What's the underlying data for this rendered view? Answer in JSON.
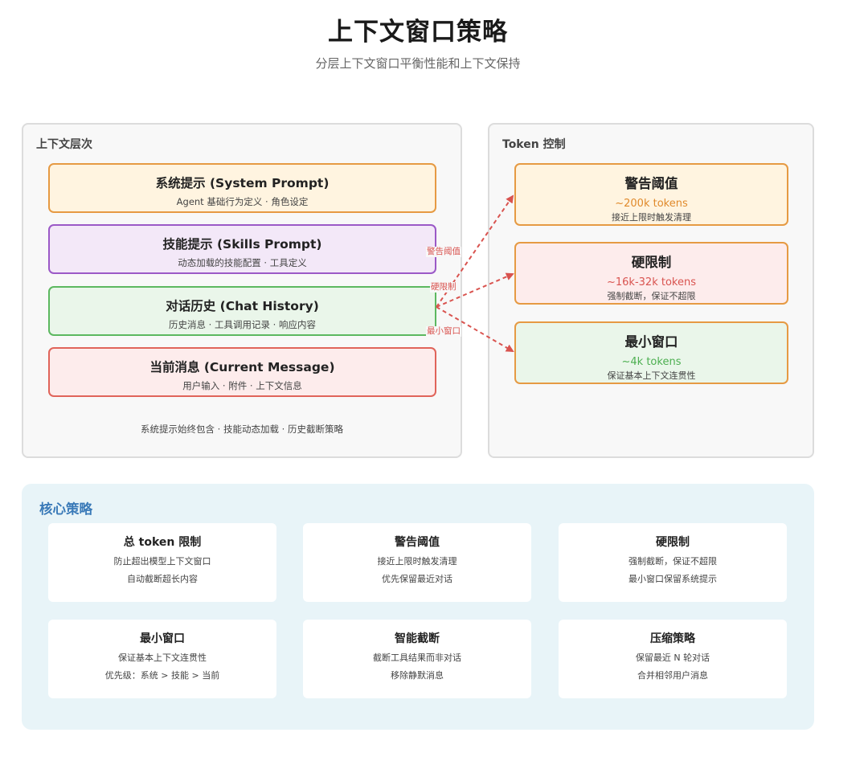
{
  "header": {
    "title": "上下文窗口策略",
    "subtitle": "分层上下文窗口平衡性能和上下文保持"
  },
  "layers_panel": {
    "title": "上下文层次",
    "layers": [
      {
        "name": "系统提示 (System Prompt)",
        "desc": "Agent 基础行为定义 · 角色设定"
      },
      {
        "name": "技能提示 (Skills Prompt)",
        "desc": "动态加载的技能配置 · 工具定义"
      },
      {
        "name": "对话历史 (Chat History)",
        "desc": "历史消息 · 工具调用记录 · 响应内容"
      },
      {
        "name": "当前消息 (Current Message)",
        "desc": "用户输入 · 附件 · 上下文信息"
      }
    ],
    "note": "系统提示始终包含 · 技能动态加载 · 历史截断策略"
  },
  "token_panel": {
    "title": "Token 控制",
    "boxes": [
      {
        "name": "警告阈值",
        "value": "~200k tokens",
        "desc": "接近上限时触发清理",
        "value_color": "#e08a2c"
      },
      {
        "name": "硬限制",
        "value": "~16k-32k tokens",
        "desc": "强制截断，保证不超限",
        "value_color": "#d9534f"
      },
      {
        "name": "最小窗口",
        "value": "~4k tokens",
        "desc": "保证基本上下文连贯性",
        "value_color": "#4caf50"
      }
    ]
  },
  "arrows": {
    "labels": [
      "警告阈值",
      "硬限制",
      "最小窗口"
    ],
    "color": "#d9534f"
  },
  "strategy": {
    "title": "核心策略",
    "cards": [
      {
        "name": "总 token 限制",
        "lines": [
          "防止超出模型上下文窗口",
          "自动截断超长内容"
        ]
      },
      {
        "name": "警告阈值",
        "lines": [
          "接近上限时触发清理",
          "优先保留最近对话"
        ]
      },
      {
        "name": "硬限制",
        "lines": [
          "强制截断，保证不超限",
          "最小窗口保留系统提示"
        ]
      },
      {
        "name": "最小窗口",
        "lines": [
          "保证基本上下文连贯性",
          "优先级：系统 > 技能 > 当前"
        ]
      },
      {
        "name": "智能截断",
        "lines": [
          "截断工具结果而非对话",
          "移除静默消息"
        ]
      },
      {
        "name": "压缩策略",
        "lines": [
          "保留最近 N 轮对话",
          "合并相邻用户消息"
        ]
      }
    ]
  }
}
